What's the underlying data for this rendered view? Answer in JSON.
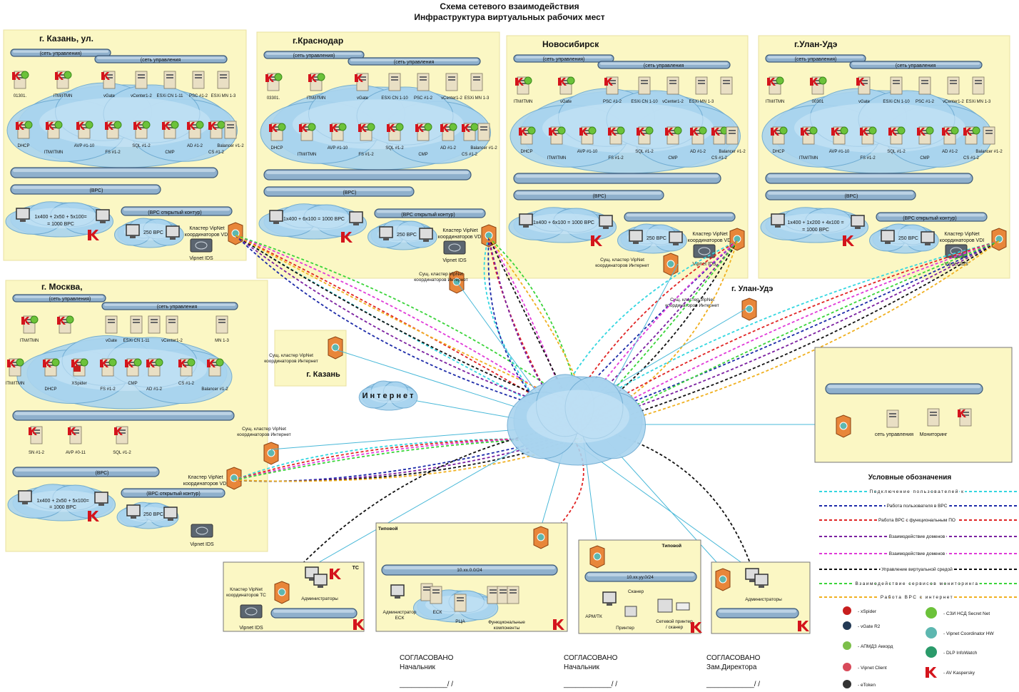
{
  "title": {
    "line1": "Схема сетевого взаимодействия",
    "line2": "Инфраструктура  виртуальных рабочих мест"
  },
  "colors": {
    "panel": "#fbf7c4",
    "cloud": "#a9d4ef",
    "bus": "#8fb0cc",
    "server": "#e9dfc4",
    "vdi": "#e8863a"
  },
  "sites": [
    {
      "name": "г. Казань, ул.",
      "mgmt1": "(сеть управления)",
      "mgmt2": "(сеть управления",
      "row1": [
        "01301.",
        "ITM/ITMN",
        "vGate",
        "vCenter1-2",
        "ESXi CN 1-11",
        "PSC #1-2",
        "ESXi MN 1-3"
      ],
      "row2": [
        "DHCP",
        "ITM/ITMN",
        "AVP #1-10",
        "FS #1-2",
        "SQL #1-2",
        "CMP",
        "AD #1-2",
        "CS #1-2",
        "Balancer #1-2"
      ],
      "vrs": "(ВРС)",
      "vrs_count": [
        "1x400 + 2x50 + 5x100=",
        "= 1000 ВРС"
      ],
      "open": "(ВРС открытый контур)",
      "open_count": "250 ВРС",
      "vdi": [
        "Кластер VipNet",
        "координаторов VDI"
      ],
      "ids": "Vipnet IDS"
    },
    {
      "name": "г.Краснодар",
      "mgmt1": "(сеть управления)",
      "mgmt2": "(сеть управления",
      "row1": [
        "03301.",
        "ITM/ITMN",
        "vGate",
        "ESXi CN 1-10",
        "PSC #1-2",
        "vCenter1-2",
        "ESXi MN 1-3"
      ],
      "row2": [
        "DHCP",
        "ITM/ITMN",
        "AVP #1-10",
        "FS #1-2",
        "SQL #1-2",
        "CMP",
        "AD #1-2",
        "CS #1-2",
        "Balancer #1-2"
      ],
      "vrs": "(ВРС)",
      "vrs_count": [
        "1x400 + 6x100 = 1000 ВРС",
        ""
      ],
      "open": "(ВРС открытый контур)",
      "open_count": "250 ВРС",
      "vdi": [
        "Кластер VipNet",
        "координаторов VDI"
      ],
      "ids": "Vipnet IDS"
    },
    {
      "name": "Новосибирск",
      "mgmt1": "(сеть управления)",
      "mgmt2": "(сеть управления",
      "row1": [
        "ITM/ITMN",
        "vGate",
        "PSC #1-2",
        "ESXi CN 1-10",
        "vCenter1-2",
        "ESXi MN 1-3",
        ""
      ],
      "row2": [
        "DHCP",
        "ITM/ITMN",
        "AVP #1-10",
        "FS #1-2",
        "SQL #1-2",
        "CMP",
        "AD #1-2",
        "CS #1-2",
        "Balancer #1-2"
      ],
      "vrs": "(ВРС)",
      "vrs_count": [
        "1x400 + 6x100 = 1000 ВРС",
        ""
      ],
      "open": "",
      "open_count": "250 ВРС",
      "vdi": [
        "Кластер VipNet",
        "координаторов VDI"
      ],
      "ids": "Vipnet IDS"
    },
    {
      "name": "г.Улан-Удэ",
      "mgmt1": "(сеть управления)",
      "mgmt2": "(сеть управления",
      "row1": [
        "ITM/ITMN",
        "00301",
        "vGate",
        "ESXi CN 1-10",
        "PSC #1-2",
        "vCenter1-2",
        "ESXi MN 1-3"
      ],
      "row2": [
        "DHCP",
        "ITM/ITMN",
        "AVP #1-10",
        "FS #1-2",
        "SQL #1-2",
        "CMP",
        "AD #1-2",
        "CS #1-2",
        "Balancer #1-2"
      ],
      "vrs": "(ВРС)",
      "vrs_count": [
        "1x400 + 1x200 + 4x100 =",
        "= 1000 ВРС"
      ],
      "open": "(ВРС открытый контур)",
      "open_count": "250 ВРС",
      "vdi": [
        "Кластер VipNet",
        "координаторов VDI"
      ],
      "ids": "Vipnet IDS"
    },
    {
      "name": "г. Москва,",
      "mgmt1": "(сеть управления)",
      "mgmt2": "(сеть управления",
      "row1": [
        "ITM/ITMN",
        "",
        "vGate",
        "ESXi CN 1-11",
        "",
        "vCenter1-2",
        "MN 1-3"
      ],
      "row2": [
        "ITM/ITMN",
        "DHCP",
        "XSpider",
        "FS #1-2",
        "CMP",
        "AD #1-2",
        "CS #1-2",
        "Balancer #1-2",
        ""
      ],
      "row3": [
        "SN #1-2",
        "AVP #0-11",
        "SQL #1-2"
      ],
      "vrs": "(ВРС)",
      "vrs_count": [
        "1x400 + 2x50 + 5x100=",
        "= 1000 ВРС"
      ],
      "open": "(ВРС открытый контур)",
      "open_count": "250 ВРС",
      "vdi": [
        "Кластер VipNet",
        "координаторов VDI"
      ],
      "ids": "Vipnet IDS"
    }
  ],
  "internet_clusters": [
    [
      "Сущ. кластер VipNet",
      "координаторов Интернет"
    ],
    [
      "Сущ. кластер VipNet",
      "координаторов Интернет"
    ],
    [
      "Сущ. кластер VipNet",
      "координаторов Интернет"
    ],
    [
      "Сущ. кластер VipNet",
      "координаторов Интернет"
    ],
    [
      "Сущ. кластер VipNet",
      "координаторов Интернет"
    ]
  ],
  "kazan_box": "г. Казань",
  "ulan_label": "г. Улан-Удэ",
  "internet": "Интернет",
  "monitoring_box": {
    "mgmt": "сеть управления",
    "monitor": "Мониторинг"
  },
  "tc_box": {
    "tag": "ТС",
    "cluster": [
      "Кластер VipNet",
      "координаторов ТС"
    ],
    "admins": "Администраторы",
    "ids": "Vipnet IDS"
  },
  "typical1": {
    "tag": "Типовой",
    "net": "10.xx.0.0/24",
    "admin": [
      "Администратор",
      "ЕСК"
    ],
    "esk": "ЕСК",
    "rca": "РЦА",
    "func": [
      "Функциональные",
      "компоненты"
    ]
  },
  "typical2": {
    "tag": "Типовой",
    "net": "10.xx.yy.0/24",
    "scanner": "Сканер",
    "arm": "АРМ/ТК",
    "printer": "Принтер",
    "netprinter": [
      "Сетевой принтер",
      "/ сканер"
    ]
  },
  "admins_box": {
    "admins": "Администраторы"
  },
  "legend": {
    "title": "Условные обозначения",
    "lines": [
      {
        "label": "Подключение пользователей к",
        "color": "#33d6e0"
      },
      {
        "label": "Работа пользователя в ВРС",
        "color": "#1c2aa8"
      },
      {
        "label": "Работа ВРС с функциональным ПО",
        "color": "#e02424"
      },
      {
        "label": "Взаимодействие доменов",
        "color": "#7a1fa0"
      },
      {
        "label": "Взаимодействие доменов",
        "color": "#e03ad8"
      },
      {
        "label": "Управление виртуальной средой",
        "color": "#111111"
      },
      {
        "label": "Взаимодействие сервисов мониторинга",
        "color": "#3ad43a"
      },
      {
        "label": "Работа ВРС с интернет",
        "color": "#f0b020"
      }
    ],
    "icons_left": [
      {
        "icon": "xspider-icon",
        "label": "- xSpider"
      },
      {
        "icon": "vgate-icon",
        "label": "- vGate R2"
      },
      {
        "icon": "akkord-icon",
        "label": "- АПМДЗ Аккорд"
      },
      {
        "icon": "vipnet-client-icon",
        "label": "- Vipnet Client"
      },
      {
        "icon": "etoken-icon",
        "label": "- eToken"
      }
    ],
    "icons_right": [
      {
        "icon": "secret-net-icon",
        "label": "- СЗИ НСД Secret Net"
      },
      {
        "icon": "vipnet-coordinator-icon",
        "label": "- Vipnet Coordinator HW"
      },
      {
        "icon": "infowatch-icon",
        "label": "- DLP InfoWatch"
      },
      {
        "icon": "kaspersky-icon",
        "label": "- AV Kaspersky"
      }
    ]
  },
  "approvals": [
    {
      "head": "СОГЛАСОВАНО",
      "role": "Начальник",
      "sign": "____________/                        /"
    },
    {
      "head": "СОГЛАСОВАНО",
      "role": "Начальник",
      "sign": "____________/                  /"
    },
    {
      "head": "СОГЛАСОВАНО",
      "role": "Зам.Директора",
      "sign": "____________/               /"
    }
  ]
}
